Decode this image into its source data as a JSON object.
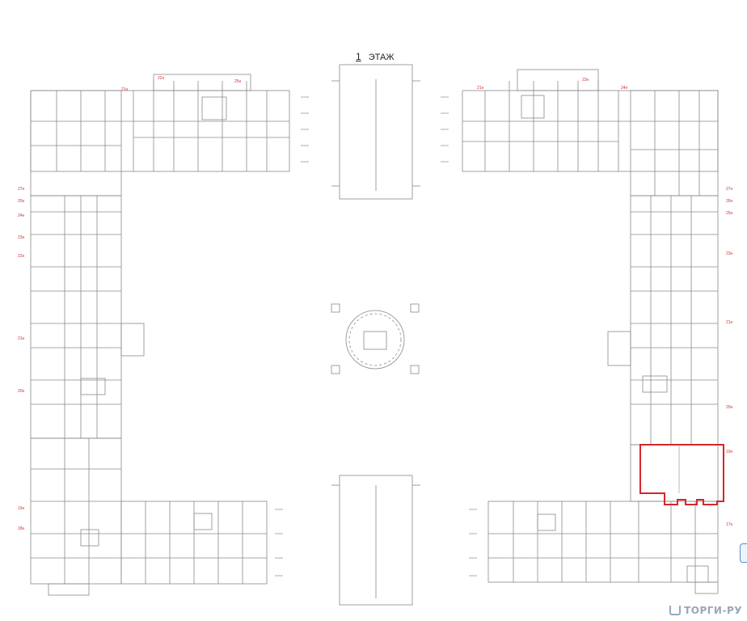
{
  "floor": {
    "number": "1",
    "label": "ЭТАЖ"
  },
  "watermark": {
    "text": "ТОРГИ-РУ",
    "icon": "torgi-logo-icon"
  },
  "colors": {
    "highlight": "#d6262b",
    "lines": "#8a8a8a",
    "labels": "#cc3333"
  },
  "highlighted_unit": {
    "label": ""
  },
  "room_labels": [
    "27",
    "20",
    "21",
    "18",
    "19",
    "17",
    "22",
    "23",
    "24",
    "25",
    "26"
  ]
}
